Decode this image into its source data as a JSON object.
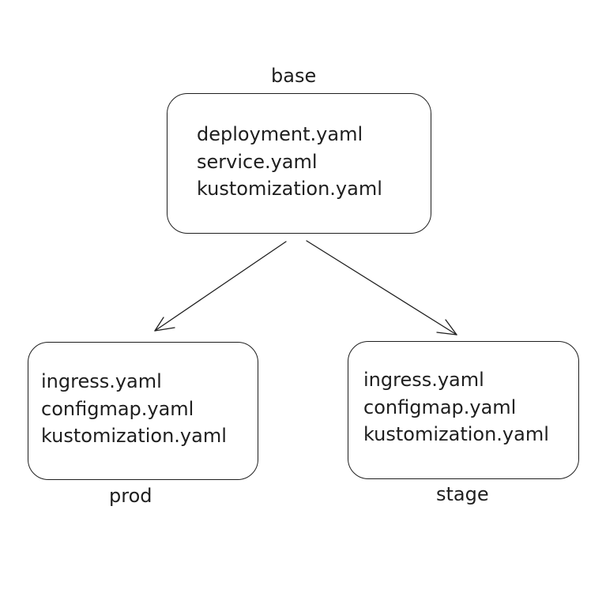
{
  "nodes": {
    "base": {
      "label": "base",
      "files": [
        "deployment.yaml",
        "service.yaml",
        "kustomization.yaml"
      ]
    },
    "prod": {
      "label": "prod",
      "files": [
        "ingress.yaml",
        "configmap.yaml",
        "kustomization.yaml"
      ]
    },
    "stage": {
      "label": "stage",
      "files": [
        "ingress.yaml",
        "configmap.yaml",
        "kustomization.yaml"
      ]
    }
  },
  "edges": [
    {
      "from": "base",
      "to": "prod"
    },
    {
      "from": "base",
      "to": "stage"
    }
  ],
  "colors": {
    "stroke": "#1e1e1e",
    "background": "#ffffff"
  }
}
